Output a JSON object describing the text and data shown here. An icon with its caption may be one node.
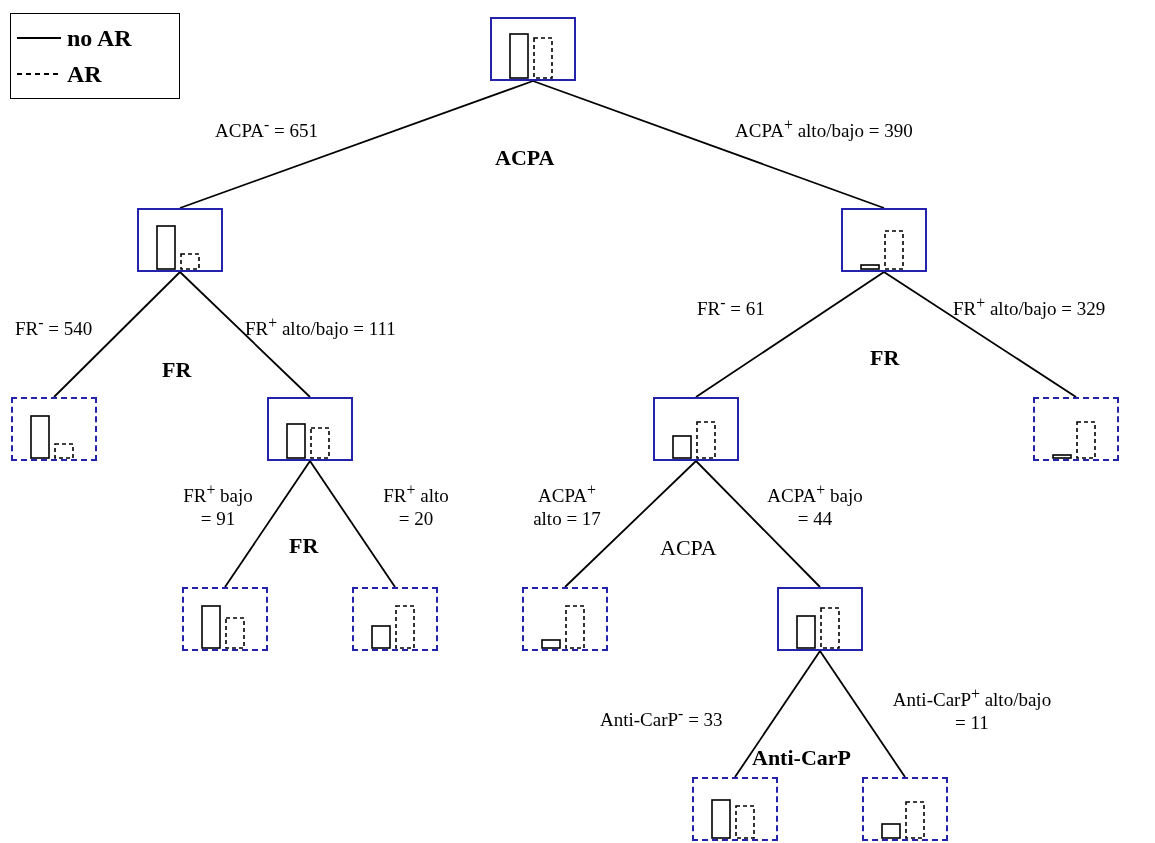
{
  "diagram": {
    "nodes": [
      {
        "text": [],
        "shape": "box"
      },
      {
        "text": [],
        "shape": "box"
      },
      {
        "text": [],
        "shape": "box"
      },
      {
        "text": [],
        "shape": "box"
      },
      {
        "text": [],
        "shape": "box"
      },
      {
        "text": [],
        "shape": "box"
      },
      {
        "text": [],
        "shape": "box"
      },
      {
        "text": [],
        "shape": "box"
      },
      {
        "text": [],
        "shape": "box"
      },
      {
        "text": [],
        "shape": "box"
      },
      {
        "text": [],
        "shape": "box"
      },
      {
        "text": [],
        "shape": "box"
      },
      {
        "text": [],
        "shape": "box"
      }
    ],
    "edges": [
      {
        "from": 0,
        "to": 1,
        "arrow": "none",
        "label": "ACPA$^{-}$ = 651"
      },
      {
        "from": 0,
        "to": 2,
        "arrow": "none",
        "label": "ACPA$^{+}$ alto/bajo = 390"
      },
      {
        "from": 1,
        "to": 3,
        "arrow": "none",
        "label": "FR$^{-}$ = 540"
      },
      {
        "from": 1,
        "to": 4,
        "arrow": "none",
        "label": "FR$^{+}$ alto/bajo = 111"
      },
      {
        "from": 2,
        "to": 5,
        "arrow": "none",
        "label": "FR$^{-}$ = 61"
      },
      {
        "from": 2,
        "to": 6,
        "arrow": "none",
        "label": "FR$^{+}$ alto/bajo = 329"
      },
      {
        "from": 4,
        "to": 7,
        "arrow": "none",
        "label": "FR$^{+}$ bajo = 91"
      },
      {
        "from": 4,
        "to": 8,
        "arrow": "none",
        "label": "FR$^{+}$ alto = 20"
      },
      {
        "from": 5,
        "to": 9,
        "arrow": "none",
        "label": "ACPA$^{+}$ alto = 17"
      },
      {
        "from": 5,
        "to": 10,
        "arrow": "none",
        "label": "ACPA$^{+}$ bajo = 44"
      },
      {
        "from": 10,
        "to": 11,
        "arrow": "none",
        "label": "Anti-CarP$^{-}$ = 33"
      },
      {
        "from": 10,
        "to": 12,
        "arrow": "none",
        "label": "Anti-CarP$^{+}$ alto/bajo = 11"
      }
    ],
    "labels": [
      "ACPA",
      "FR",
      "FR",
      "FR",
      "ACPA",
      "Anti-CarP"
    ],
    "legend": [
      {
        "text": "no AR"
      },
      {
        "text": "AR"
      }
    ]
  }
}
